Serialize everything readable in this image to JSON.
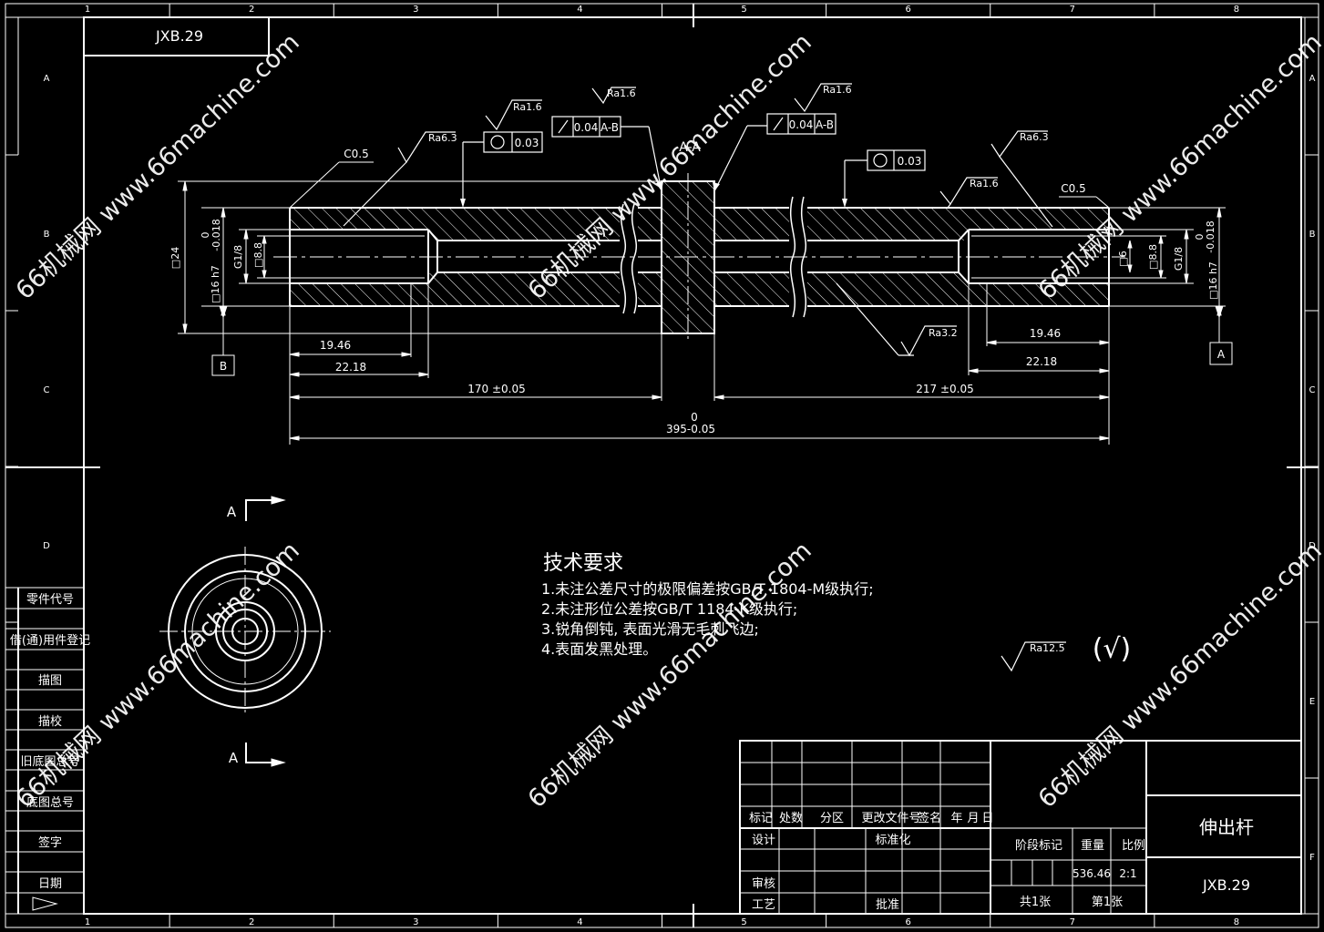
{
  "border": {
    "col_numbers": [
      "1",
      "2",
      "3",
      "4",
      "5",
      "6",
      "7",
      "8"
    ],
    "row_letters_left": [
      "A",
      "B",
      "C",
      "D"
    ],
    "row_letters_right": [
      "A",
      "B",
      "C",
      "D",
      "E",
      "F"
    ]
  },
  "drawing_code": "JXB.29",
  "left_column_labels": [
    "零件代号",
    "借(通)用件登记",
    "描图",
    "描校",
    "旧底图总号",
    "底图总号",
    "签字",
    "日期"
  ],
  "main_view": {
    "section_marker": "A-A",
    "chamfer_left": "C0.5",
    "chamfer_right": "C0.5",
    "roughness": [
      "Ra6.3",
      "Ra1.6",
      "Ra1.6",
      "Ra1.6",
      "Ra1.6",
      "Ra6.3",
      "Ra3.2"
    ],
    "gdt_1": {
      "tolerance": "0.04",
      "datum": "A-B"
    },
    "gdt_2": {
      "tolerance": "0.04",
      "datum": "A-B"
    },
    "gdt_3": {
      "tolerance": "0.03"
    },
    "gdt_4": {
      "tolerance": "0.03"
    },
    "left_dims": {
      "outer": "□24",
      "fit": "□16 h7",
      "tol_upper": "0",
      "tol_lower": "-0.018",
      "thread": "G1/8",
      "inner": "□8.8"
    },
    "right_dims": {
      "fit": "□16 h7",
      "tol_upper": "0",
      "tol_lower": "-0.018",
      "thread": "G1/8",
      "inner": "□8.8",
      "bore": "□6"
    },
    "datum_b": "B",
    "datum_a": "A",
    "length_dims": [
      "19.46",
      "22.18",
      "170 ±0.05",
      "217 ±0.05",
      "19.46",
      "22.18"
    ],
    "total_upper": "0",
    "total_length": "395-0.05"
  },
  "section_view": {
    "label_top": "A",
    "label_bottom": "A"
  },
  "notes": {
    "title": "技术要求",
    "lines": [
      "1.未注公差尺寸的极限偏差按GB/T 1804-M级执行;",
      "2.未注形位公差按GB/T 1184-K级执行;",
      "3.锐角倒钝, 表面光滑无毛刺飞边;",
      "4.表面发黑处理。"
    ]
  },
  "general_roughness": {
    "value": "Ra12.5",
    "check": "(√)"
  },
  "title_block": {
    "rev_headers": [
      "标记",
      "处数",
      "分区",
      "更改文件号",
      "签名",
      "年",
      "月",
      "日"
    ],
    "design": "设计",
    "standardize": "标准化",
    "review": "审核",
    "process": "工艺",
    "approve": "批准",
    "stage_mark": "阶段标记",
    "weight_label": "重量",
    "scale_label": "比例",
    "weight": "536.46",
    "scale": "2:1",
    "total_sheets": "共1张",
    "sheet_no": "第1张",
    "part_name": "伸出杆",
    "drawing_number": "JXB.29"
  },
  "watermark": "66机械网 www.66machine.com",
  "colors": {
    "background": "#000000",
    "lines": "#ffffff"
  }
}
